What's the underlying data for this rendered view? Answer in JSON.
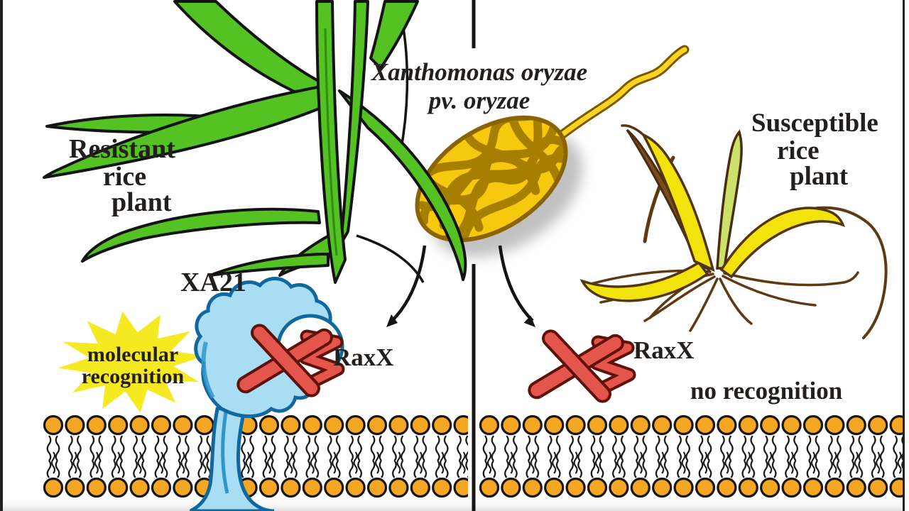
{
  "diagram_title": {
    "line1": "Xanthomonas oryzae",
    "line2": "pv. oryzae"
  },
  "left_panel": {
    "plant_label": {
      "line1": "Resistant",
      "line2": "rice",
      "line3": "plant"
    },
    "receptor_label": "XA21",
    "peptide_label": "RaxX",
    "recognition_burst": {
      "line1": "molecular",
      "line2": "recognition"
    }
  },
  "right_panel": {
    "plant_label": {
      "line1": "Susceptible",
      "line2": "rice",
      "line3": "plant"
    },
    "peptide_label": "RaxX",
    "status_label": "no recognition"
  },
  "colors": {
    "membrane_head_orange": "#F5A623",
    "outline_black": "#1A1A1A",
    "bacterium_gold": "#A67E00",
    "bacterium_yellow": "#F6C90F",
    "receptor_blue_fill": "#A9DDF3",
    "receptor_blue_outline": "#10689F",
    "raxx_red": "#E4554B",
    "burst_yellow": "#F5E922",
    "healthy_green": "#54C222",
    "wilted_yellow": "#F2E30D",
    "wilted_brown": "#7A4C1E"
  }
}
